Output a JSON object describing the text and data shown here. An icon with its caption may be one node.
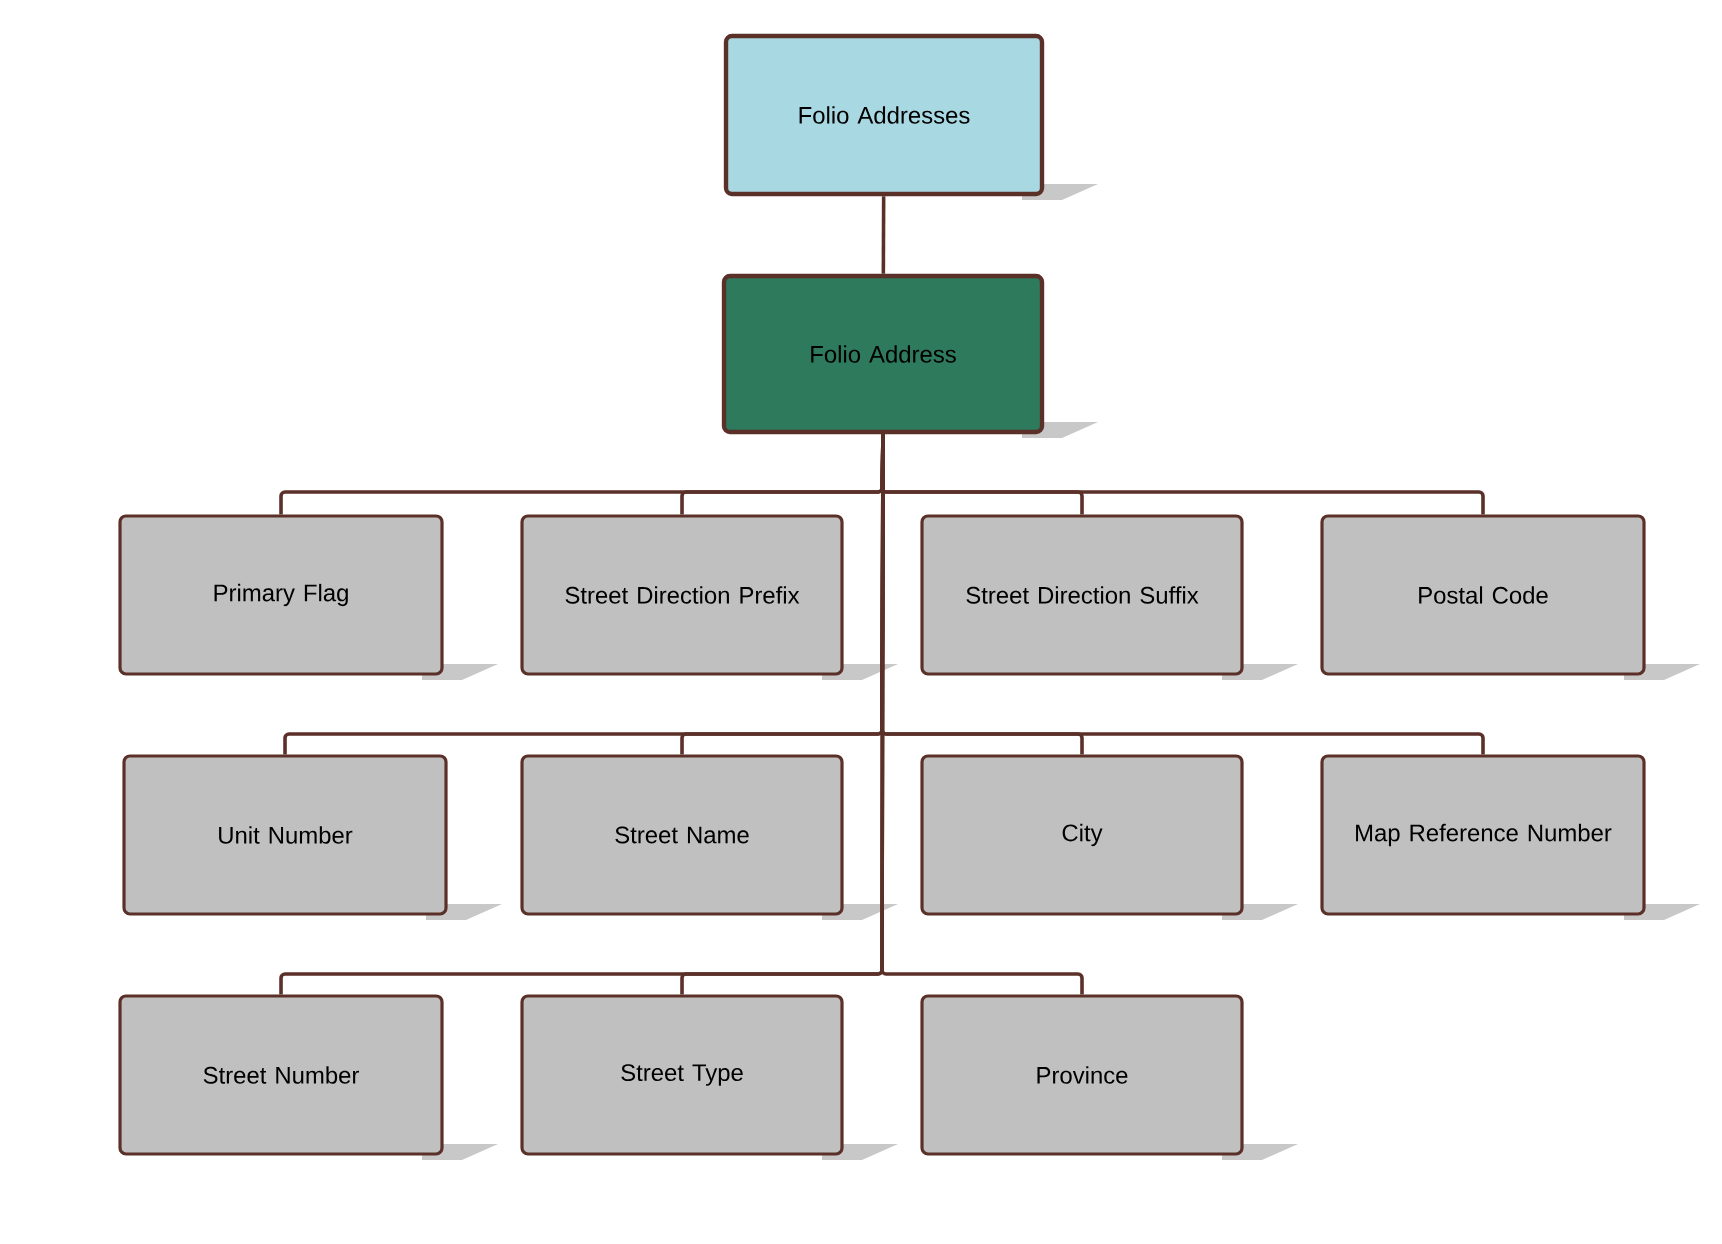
{
  "diagram": {
    "nodes": [
      {
        "text": [
          "Folio Addresses"
        ]
      },
      {
        "text": [
          "Folio Address"
        ]
      },
      {
        "text": [
          "Primary Flag"
        ]
      },
      {
        "text": [
          "Street Direction Prefix"
        ]
      },
      {
        "text": [
          "Street Direction Suffix"
        ]
      },
      {
        "text": [
          "Postal Code"
        ]
      },
      {
        "text": [
          "Unit Number"
        ]
      },
      {
        "text": [
          "Street Name"
        ]
      },
      {
        "text": [
          "City"
        ]
      },
      {
        "text": [
          "Map Reference Number"
        ]
      },
      {
        "text": [
          "Street Number"
        ]
      },
      {
        "text": [
          "Street Type"
        ]
      },
      {
        "text": [
          "Province"
        ]
      }
    ],
    "edges": [
      {
        "from": 0,
        "to": 1,
        "arrow": "none"
      },
      {
        "from": 1,
        "to": 2,
        "arrow": "none"
      },
      {
        "from": 1,
        "to": 3,
        "arrow": "none"
      },
      {
        "from": 1,
        "to": 4,
        "arrow": "none"
      },
      {
        "from": 1,
        "to": 5,
        "arrow": "none"
      },
      {
        "from": 1,
        "to": 6,
        "arrow": "none"
      },
      {
        "from": 1,
        "to": 7,
        "arrow": "none"
      },
      {
        "from": 1,
        "to": 8,
        "arrow": "none"
      },
      {
        "from": 1,
        "to": 9,
        "arrow": "none"
      },
      {
        "from": 1,
        "to": 10,
        "arrow": "none"
      },
      {
        "from": 1,
        "to": 11,
        "arrow": "none"
      },
      {
        "from": 1,
        "to": 12,
        "arrow": "none"
      }
    ]
  }
}
